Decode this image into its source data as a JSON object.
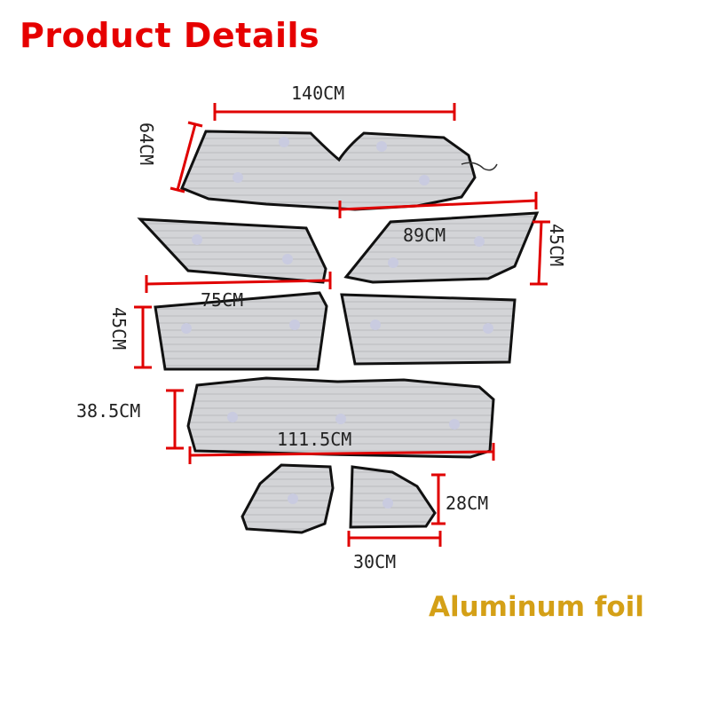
{
  "title": "Product Details",
  "material_label": "Aluminum foil",
  "colors": {
    "title": "#e60000",
    "material_label": "#d4a017",
    "dimension_line": "#e00000",
    "panel_fill": "#cfd0d3",
    "panel_border": "#111111"
  },
  "dimensions": {
    "windshield_width": "140CM",
    "windshield_height": "64CM",
    "front_side_width": "89CM",
    "front_side_height": "45CM",
    "rear_side_width": "75CM",
    "rear_side_height": "45CM",
    "rear_window_height": "38.5CM",
    "rear_window_width": "111.5CM",
    "quarter_height": "28CM",
    "quarter_width": "30CM"
  }
}
